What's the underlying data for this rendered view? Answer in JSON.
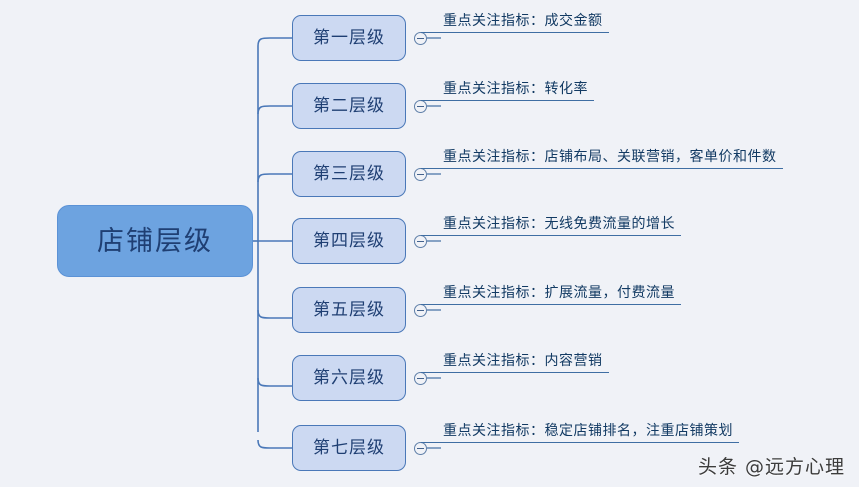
{
  "diagram": {
    "background_color": "#f0f2f7",
    "root": {
      "label": "店铺层级",
      "fill_color": "#6da3e0",
      "text_color": "#1f3f73"
    },
    "node_style": {
      "fill_color": "#ccd9f2",
      "border_color": "#4a78b8",
      "text_color": "#1f3f73"
    },
    "annotation_color": "#123a63",
    "connector_color": "#4a78b8",
    "nodes": [
      {
        "label": "第一层级",
        "annotation": "重点关注指标：成交金额",
        "toggle": "collapse-toggle"
      },
      {
        "label": "第二层级",
        "annotation": "重点关注指标：转化率",
        "toggle": "collapse-toggle"
      },
      {
        "label": "第三层级",
        "annotation": "重点关注指标：店铺布局、关联营销，客单价和件数",
        "toggle": "collapse-toggle"
      },
      {
        "label": "第四层级",
        "annotation": "重点关注指标：无线免费流量的增长",
        "toggle": "collapse-toggle"
      },
      {
        "label": "第五层级",
        "annotation": "重点关注指标：扩展流量，付费流量",
        "toggle": "collapse-toggle"
      },
      {
        "label": "第六层级",
        "annotation": "重点关注指标：内容营销",
        "toggle": "collapse-toggle"
      },
      {
        "label": "第七层级",
        "annotation": "重点关注指标：稳定店铺排名，注重店铺策划",
        "toggle": "collapse-toggle"
      }
    ]
  },
  "watermark": {
    "text": "头条 @远方心理"
  }
}
